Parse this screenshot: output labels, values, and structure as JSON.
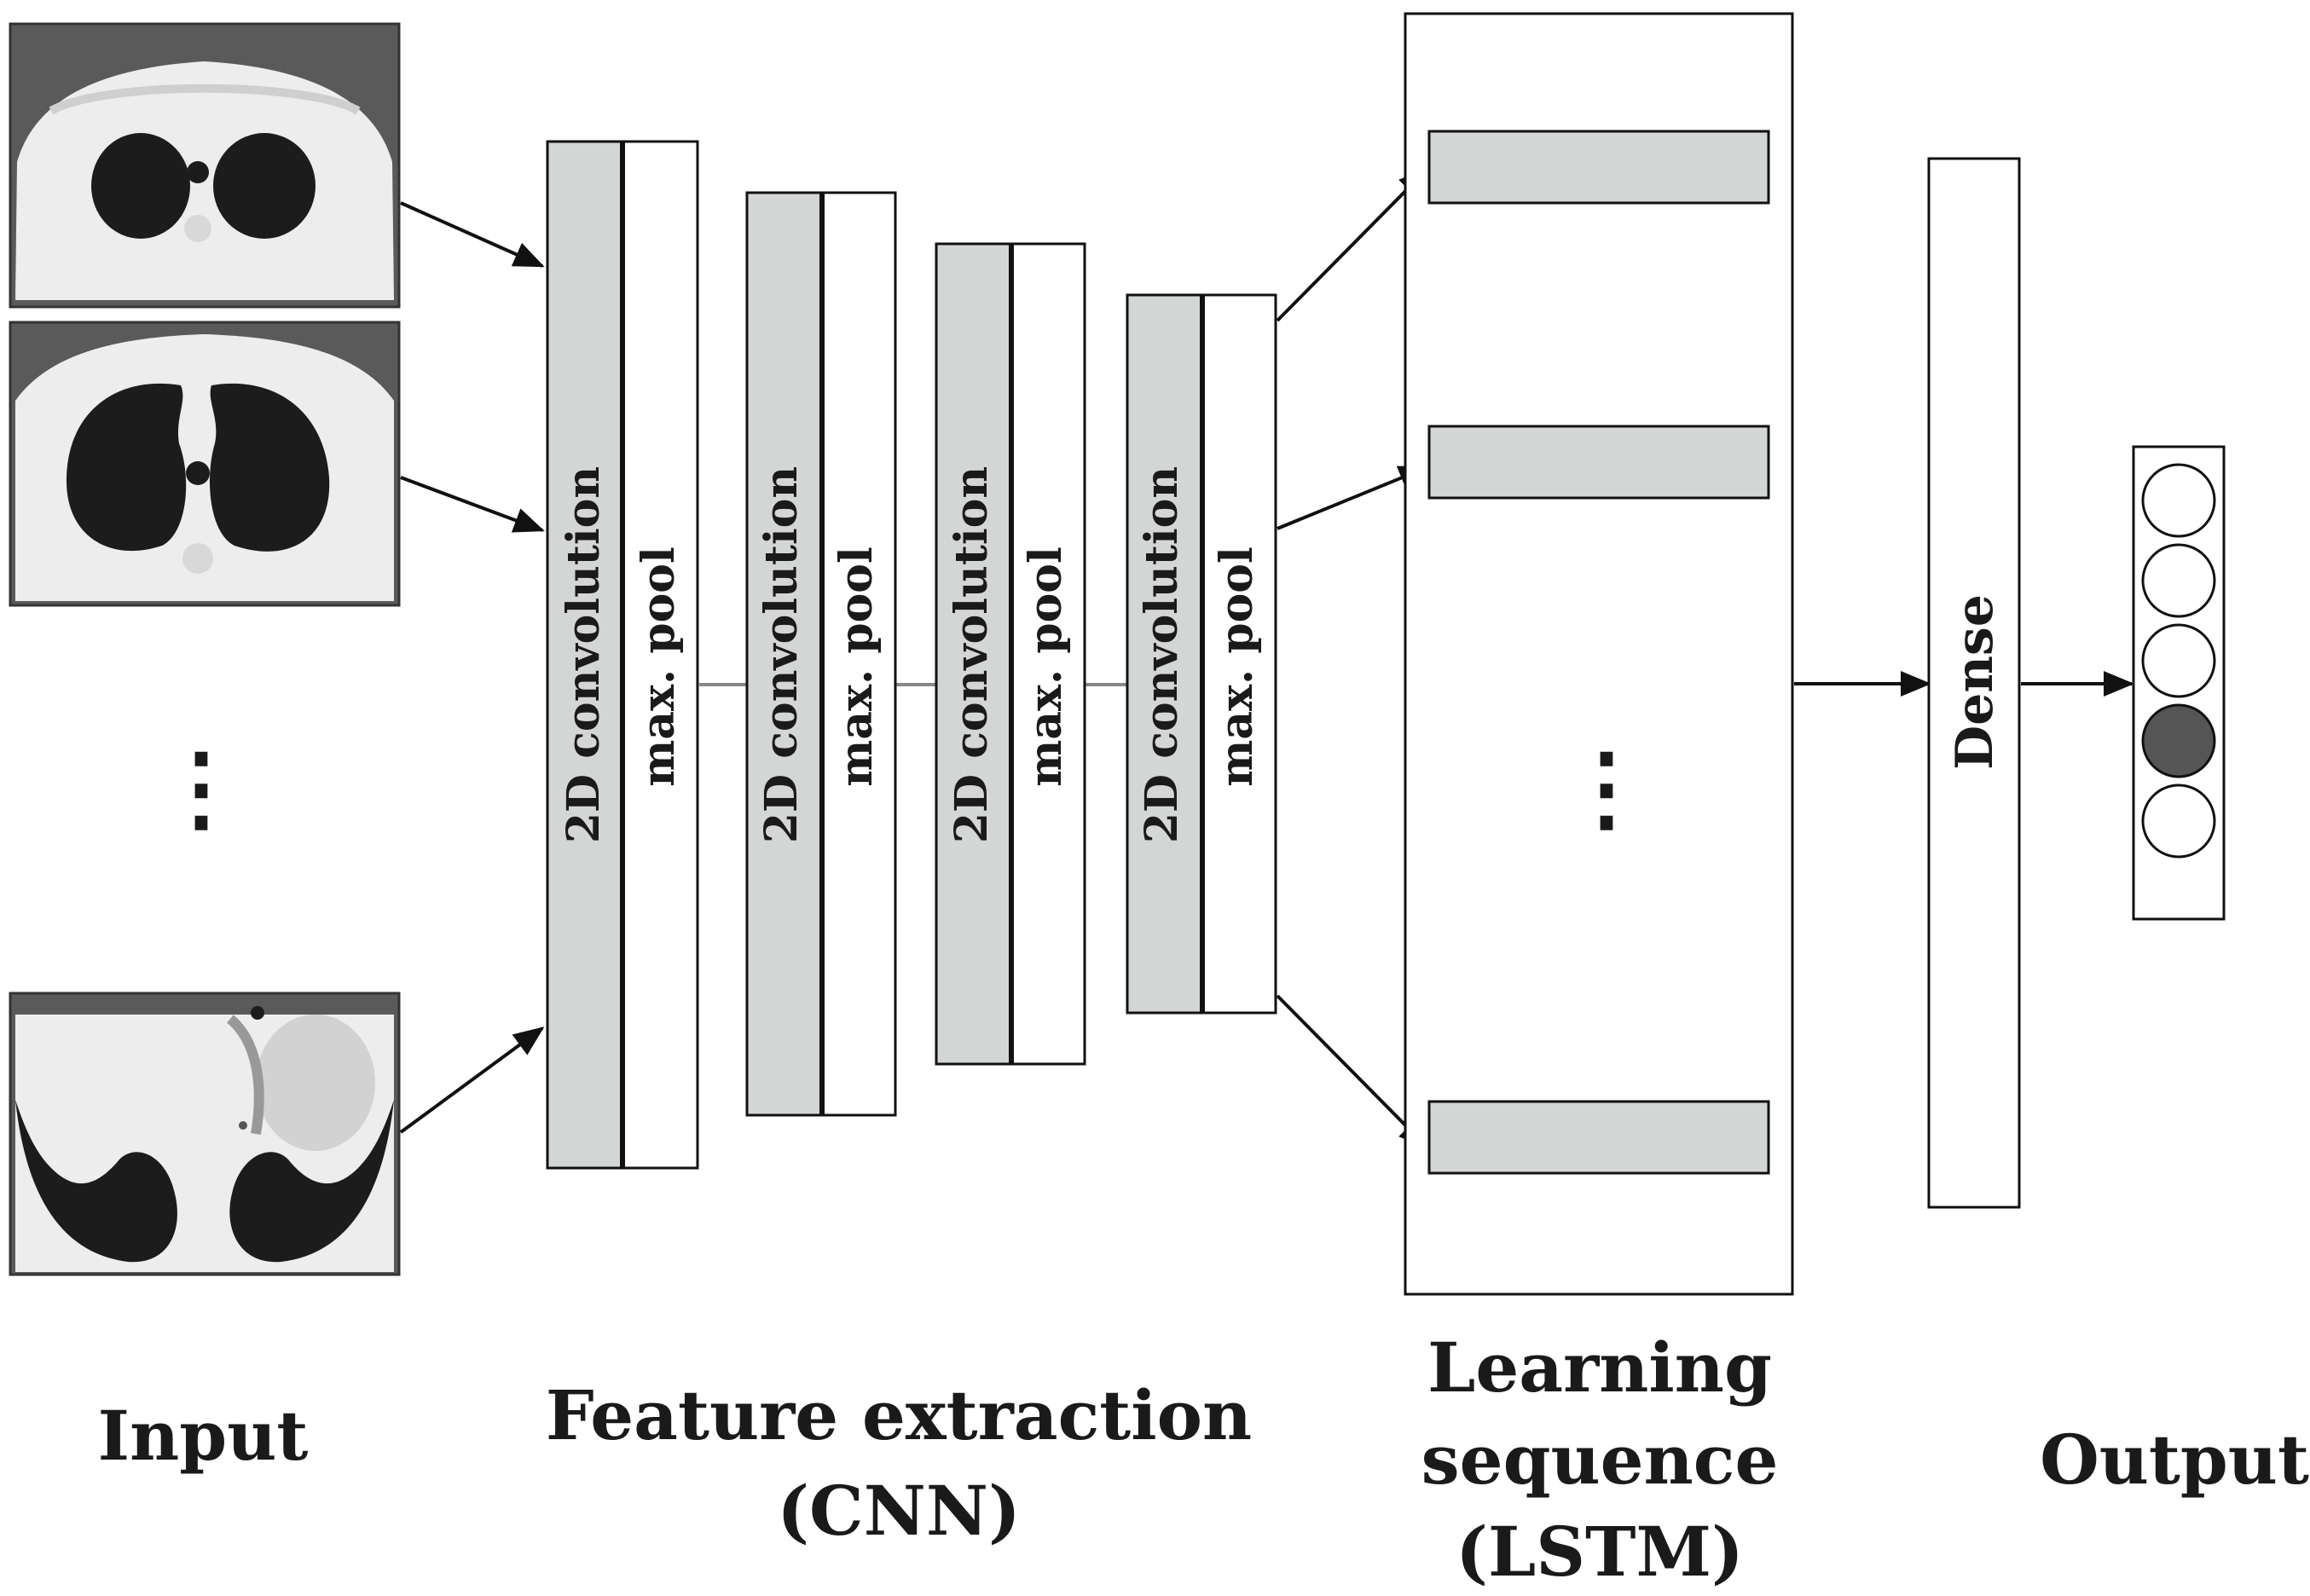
{
  "labels": {
    "input": "Input",
    "feature_line1": "Feature extraction",
    "feature_line2": "(CNN)",
    "learning_line1": "Learning",
    "learning_line2": "sequence",
    "learning_line3": "(LSTM)",
    "output": "Output"
  },
  "cnn_layers": [
    {
      "conv": "2D convolution",
      "pool": "max. pool"
    },
    {
      "conv": "2D convolution",
      "pool": "max. pool"
    },
    {
      "conv": "2D convolution",
      "pool": "max. pool"
    },
    {
      "conv": "2D convolution",
      "pool": "max. pool"
    }
  ],
  "dense_label": "Dense",
  "ellipsis": "⋮",
  "output_nodes": [
    {
      "active": false
    },
    {
      "active": false
    },
    {
      "active": false
    },
    {
      "active": true
    },
    {
      "active": false
    }
  ],
  "colors": {
    "conv_fill": "#d4d6d5",
    "lstm_fill": "#d4d6d5",
    "active_node": "#555555",
    "ct_background": "#5a5a5a",
    "ct_tissue": "#ededed",
    "ct_lung": "#1c1c1c"
  },
  "input_images": [
    "ct-slice-upper-chest",
    "ct-slice-mid-chest",
    "ct-slice-lower-chest"
  ]
}
